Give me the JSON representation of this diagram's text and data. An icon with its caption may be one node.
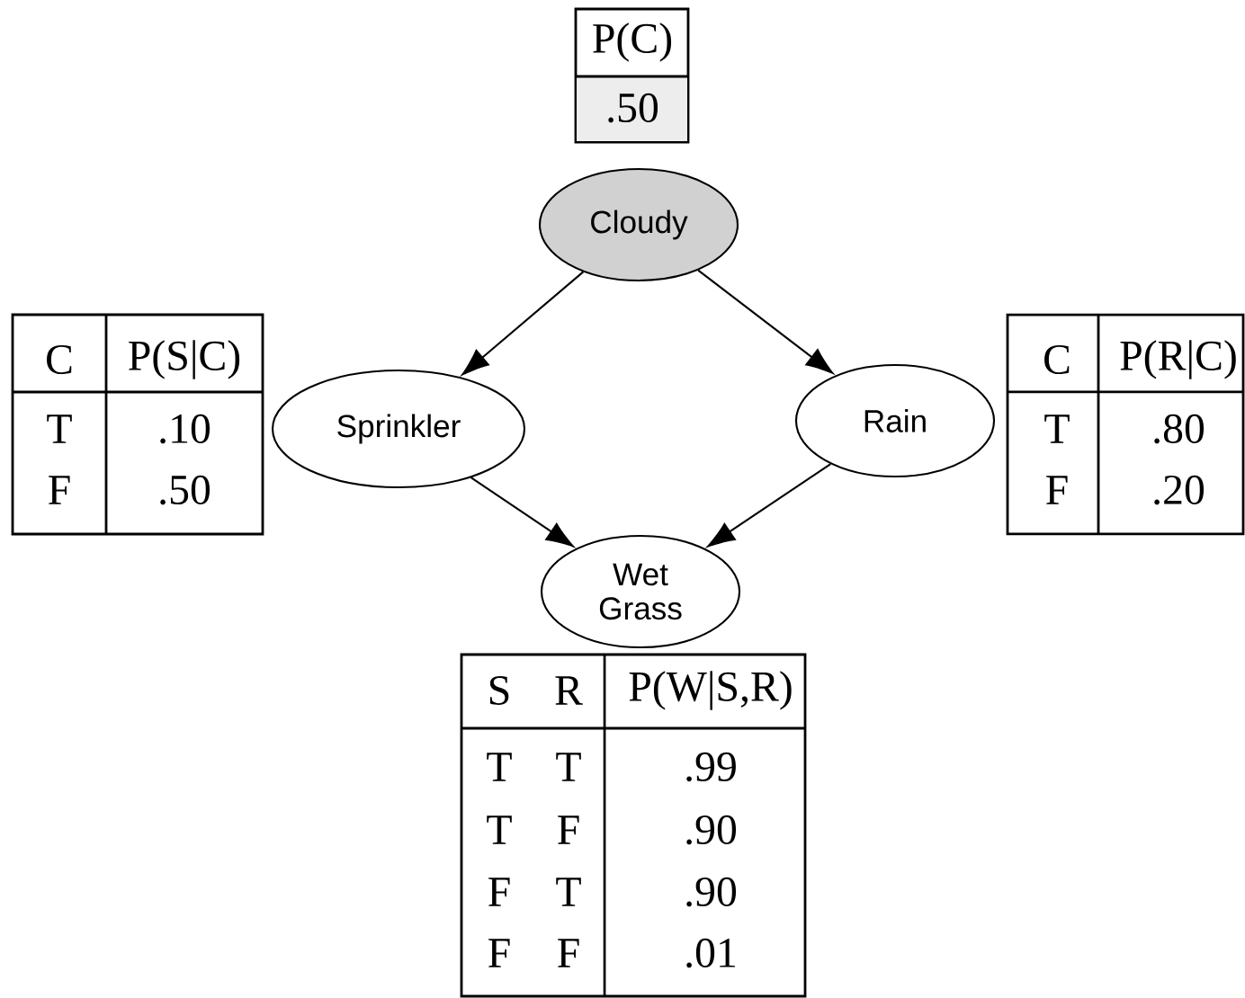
{
  "diagram": {
    "nodes": [
      {
        "text": [
          "P(C)",
          ".50"
        ]
      },
      {
        "text": [
          "Cloudy"
        ]
      },
      {
        "text": [
          "C",
          "P(S|C)",
          "T",
          ".10",
          "F",
          ".50"
        ]
      },
      {
        "text": [
          "Sprinkler"
        ]
      },
      {
        "text": [
          "Rain"
        ]
      },
      {
        "text": [
          "C",
          "P(R|C)",
          "T",
          ".80",
          "F",
          ".20"
        ]
      },
      {
        "text": [
          "Wet Grass"
        ]
      },
      {
        "text": [
          "S",
          "R",
          "P(W|S,R)",
          "T",
          "T",
          ".99",
          "T",
          "F",
          ".90",
          "F",
          "T",
          ".90",
          "F",
          "F",
          ".01"
        ]
      }
    ],
    "edges": [
      {
        "from": 1,
        "to": 3,
        "arrow": "to"
      },
      {
        "from": 1,
        "to": 4,
        "arrow": "to"
      },
      {
        "from": 3,
        "to": 6,
        "arrow": "to"
      },
      {
        "from": 4,
        "to": 6,
        "arrow": "to"
      }
    ]
  }
}
